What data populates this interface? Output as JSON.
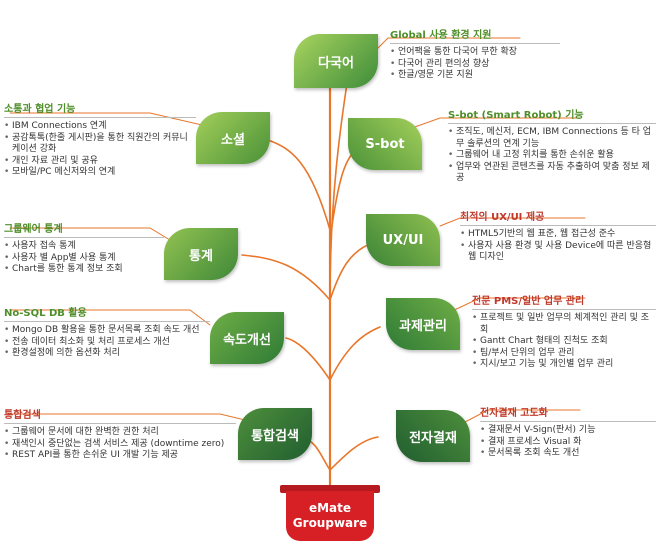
{
  "colors": {
    "trunk": "#e8762b",
    "section_title_green": "#4f8f2a",
    "section_title_red": "#c0392b",
    "pot": "#d71f26",
    "leaf_light": "#9ccb57",
    "leaf_dark": "#2c7a3a"
  },
  "pot_label": {
    "line1": "eMate",
    "line2": "Groupware"
  },
  "leaves": {
    "global": "다국어",
    "social": "소셜",
    "sbot": "S-bot",
    "stats": "통계",
    "uxui": "UX/UI",
    "speed": "속도개선",
    "project": "과제관리",
    "search": "통합검색",
    "approval": "전자결재"
  },
  "sections": {
    "global": {
      "title": "Global 사용 환경 지원",
      "items": [
        "언어팩을 통한 다국어 무한 확장",
        "다국어 관리 편의성 향상",
        "한글/영문 기본 지원"
      ]
    },
    "social": {
      "title": "소통과 협업 기능",
      "items": [
        "IBM Connections 연계",
        "공감톡톡(한줄 게시판)을 통한 직원간의 커뮤니케이션 강화",
        "개인 자료 관리 및 공유",
        "모바일/PC 메신저와의 연계"
      ]
    },
    "sbot": {
      "title": "S-bot (Smart Robot) 기능",
      "items": [
        "조직도, 메신저, ECM, IBM Connections 등 타 업무 솔루션의 연계 기능",
        "그룹웨어 내 고정 위치를 통한 손쉬운 활용",
        "업무와 연관된 콘텐츠를 자동 추출하여 맞춤 정보 제공"
      ]
    },
    "stats": {
      "title": "그룹웨어 통계",
      "items": [
        "사용자 접속 통계",
        "사용자 별 App별 사용 통계",
        "Chart를 통한 통계 정보 조회"
      ]
    },
    "uxui": {
      "title": "최적의 UX/UI 제공",
      "items": [
        "HTML5기반의 웹 표준, 웹 접근성 준수",
        "사용자 사용 환경 및 사용 Device에 따른 반응형 웹 디자인"
      ]
    },
    "speed": {
      "title": "No-SQL DB 활용",
      "items": [
        "Mongo DB 활용을 통한 문서목록 조회 속도 개선",
        "전송 데이터 최소화 및 처리 프로세스 개선",
        "환경설정에 의한 옵션화 처리"
      ]
    },
    "project": {
      "title": "전문 PMS/일반 업무 관리",
      "items": [
        "프로젝트 및 일반 업무의 체계적인 관리 및 조회",
        "Gantt Chart 형태의 진척도 조회",
        "팀/부서 단위의 업무 관리",
        "지시/보고 기능 및 개인별 업무 관리"
      ]
    },
    "search": {
      "title": "통합검색",
      "items": [
        "그룹웨어 문서에 대한 완벽한 권한 처리",
        "재색인시 중단없는 검색 서비스 제공 (downtime zero)",
        "REST API를 통한 손쉬운 UI 개발 기능 제공"
      ]
    },
    "approval": {
      "title": "전자결재 고도화",
      "items": [
        "결재문서 V-Sign(판서) 기능",
        "결재 프로세스 Visual 화",
        "문서목록 조회 속도 개선"
      ]
    }
  }
}
